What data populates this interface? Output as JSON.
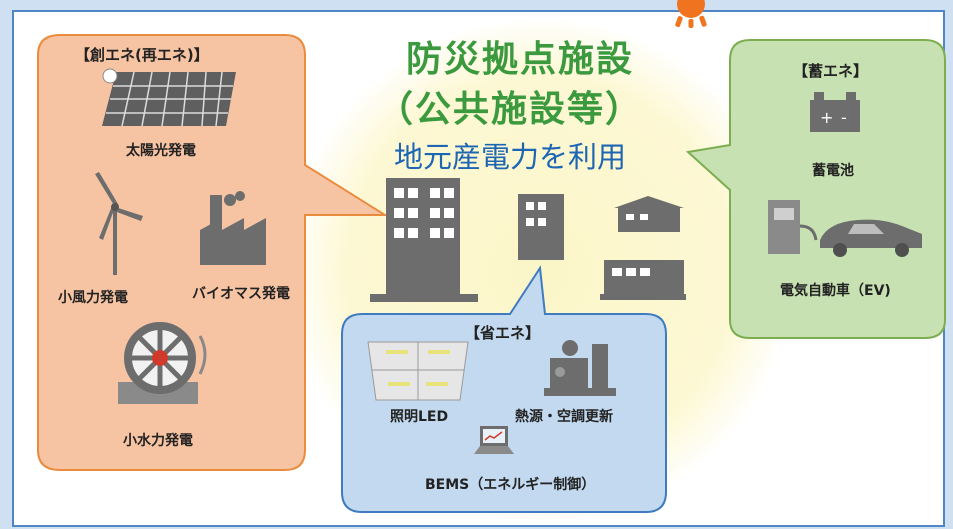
{
  "title_line1": "防災拠点施設",
  "title_line2": "（公共施設等）",
  "subtitle": "地元産電力を利用",
  "create": {
    "header": "【創エネ(再エネ)】",
    "items": [
      "太陽光発電",
      "小風力発電",
      "バイオマス発電",
      "小水力発電"
    ]
  },
  "store": {
    "header": "【蓄エネ】",
    "items": [
      "蓄電池",
      "電気自動車（EV)"
    ]
  },
  "save": {
    "header": "【省エネ】",
    "items": [
      "照明LED",
      "熱源・空調更新",
      "BEMS（エネルギー制御）"
    ]
  },
  "colors": {
    "create_bubble": "#f7c4a3",
    "create_border": "#ea8b3e",
    "store_bubble": "#c8e1b3",
    "store_border": "#7cae4f",
    "save_bubble": "#c2d9ef",
    "save_border": "#3f7bc0",
    "title": "#3b9a3e",
    "subtitle": "#1d66b3",
    "icon_gray": "#6d6d6d"
  }
}
